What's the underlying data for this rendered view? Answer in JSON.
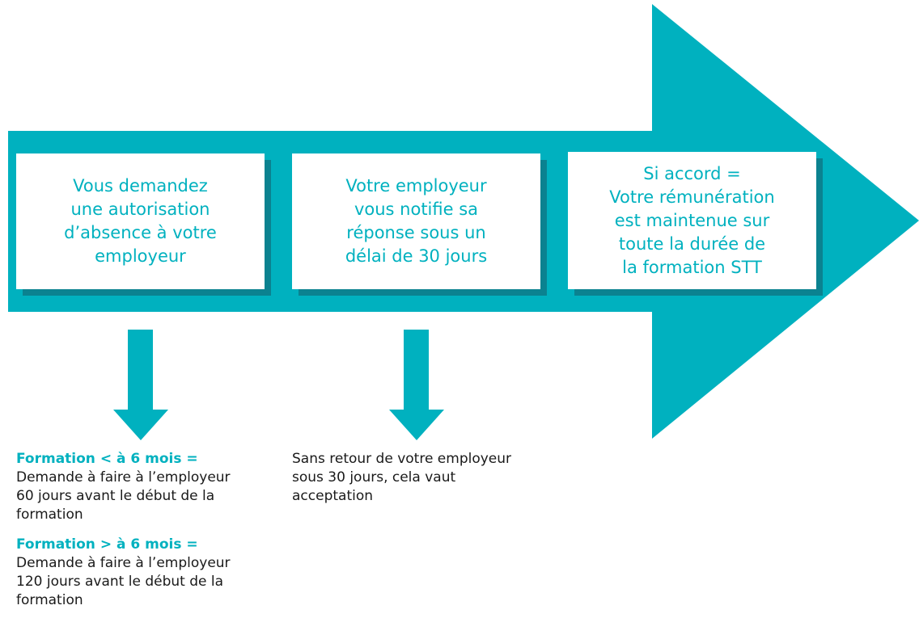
{
  "colors": {
    "accent": "#00b1bf",
    "shadow": "#0b8290",
    "text": "#1a1a1a"
  },
  "steps": [
    {
      "label": "Vous demandez\nune autorisation\nd’absence à votre\nemployeur"
    },
    {
      "label": "Votre employeur\nvous notifie sa\nréponse sous un\ndélai de 30 jours"
    },
    {
      "label": "Si accord =\nVotre rémunération\nest maintenue sur\ntoute la durée de\nla formation STT"
    }
  ],
  "notes": {
    "step1": {
      "conditions": [
        {
          "heading": "Formation < à 6 mois =",
          "text": "Demande à faire à l’employeur\n60 jours avant le début de la\nformation"
        },
        {
          "heading": "Formation > à 6 mois =",
          "text": "Demande à faire à l’employeur\n120 jours avant le début de la\nformation"
        }
      ]
    },
    "step2": {
      "text": "Sans retour de votre employeur\nsous 30 jours, cela vaut\nacceptation"
    }
  }
}
